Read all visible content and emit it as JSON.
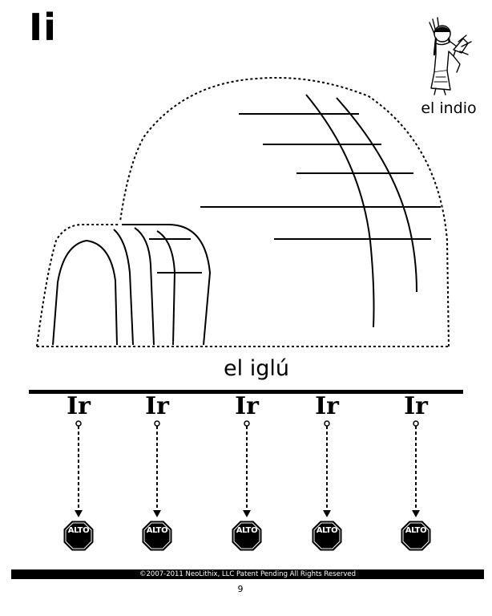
{
  "title": "Ii",
  "corner_image": {
    "caption": "el indio",
    "icon": "native-child-illustration"
  },
  "main_image": {
    "caption": "el iglú",
    "icon": "igloo-illustration"
  },
  "tracing": {
    "letters": [
      "Ir",
      "Ir",
      "Ir",
      "Ir",
      "Ir"
    ],
    "stop_label": "ALTO"
  },
  "footer": {
    "copyright": "©2007-2011  NeoLithix, LLC  Patent Pending  All Rights Reserved",
    "page_number": "9"
  }
}
